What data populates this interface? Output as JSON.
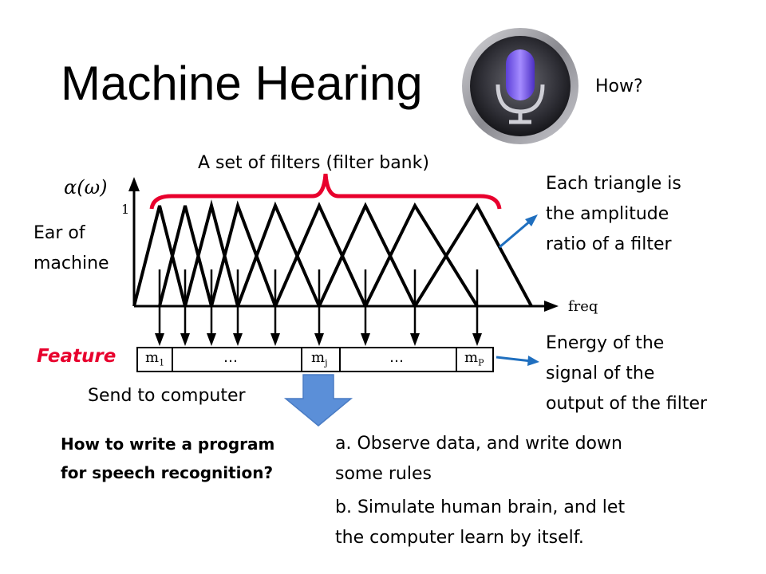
{
  "title": "Machine Hearing",
  "how": "How?",
  "filter_bank_label": "A set of filters (filter bank)",
  "alpha_label": "α(ω)",
  "y_one_label": "1",
  "freq_label": "freq",
  "ear_label_line1": "Ear of",
  "ear_label_line2": "machine",
  "triangle_note": [
    "Each triangle is",
    "the amplitude",
    "ratio of a filter"
  ],
  "feature_label": "Feature",
  "feature_cells": {
    "m1": "m",
    "m1_sub": "1",
    "dots1": "…",
    "mj": "m",
    "mj_sub": "j",
    "dots2": "…",
    "mp": "m",
    "mp_sub": "P"
  },
  "energy_note": [
    "Energy of the",
    "signal of the",
    "output of the filter"
  ],
  "send_label": "Send to computer",
  "question": [
    "How to write a program",
    "for speech recognition?"
  ],
  "answer_a": [
    "a. Observe data, and write down",
    "some rules"
  ],
  "answer_b": [
    "b. Simulate human brain, and let",
    "the computer learn by itself."
  ],
  "colors": {
    "accent_red": "#e8002d",
    "arrow_blue": "#1f6fbf",
    "down_arrow_blue": "#5b8fd8",
    "brace_red": "#e8002d"
  },
  "icons": {
    "mic": "siri-microphone-icon"
  }
}
